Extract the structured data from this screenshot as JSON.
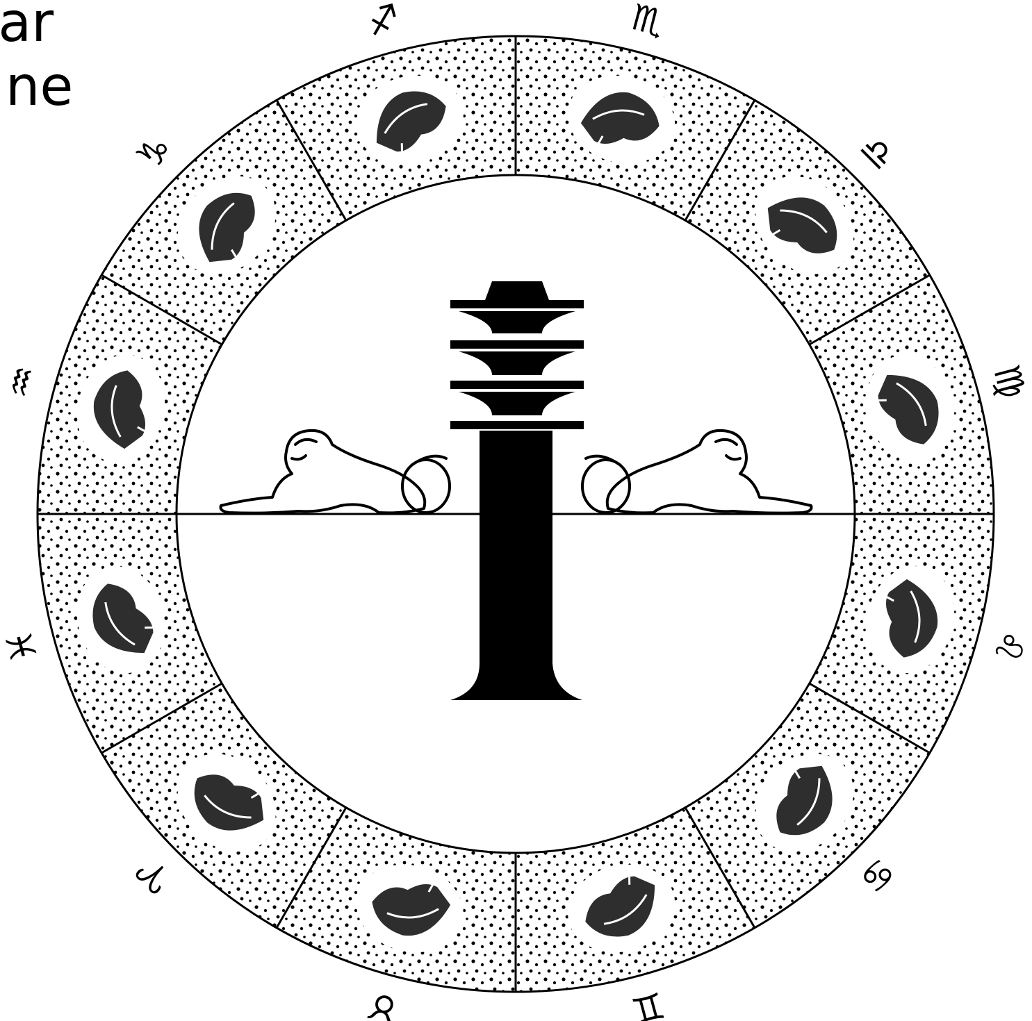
{
  "cropped_text": {
    "line1": "llar",
    "line2": "ne"
  },
  "center_emblem": {
    "name": "djed pillar flanked by two recumbent lions",
    "color": "#000000"
  },
  "zodiac": {
    "signs": [
      {
        "name": "sagittarius",
        "glyph": "♐"
      },
      {
        "name": "scorpio",
        "glyph": "♏"
      },
      {
        "name": "libra",
        "glyph": "♎"
      },
      {
        "name": "virgo",
        "glyph": "♍"
      },
      {
        "name": "leo",
        "glyph": "♌"
      },
      {
        "name": "cancer",
        "glyph": "♋"
      },
      {
        "name": "gemini",
        "glyph": "♊"
      },
      {
        "name": "taurus",
        "glyph": "♉"
      },
      {
        "name": "aries",
        "glyph": "♈"
      },
      {
        "name": "pisces",
        "glyph": "♓"
      },
      {
        "name": "aquarius",
        "glyph": "♒"
      },
      {
        "name": "capricorn",
        "glyph": "♑"
      }
    ]
  },
  "colors": {
    "ink": "#000000",
    "paper": "#ffffff"
  }
}
